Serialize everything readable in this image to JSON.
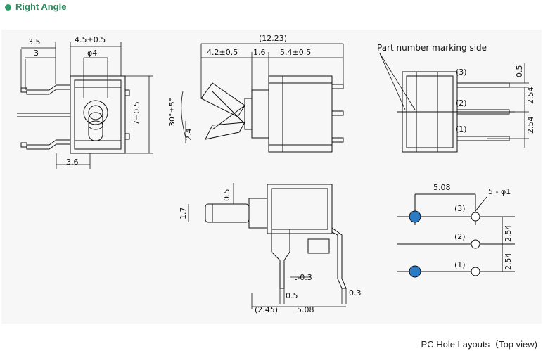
{
  "section": {
    "title": "Right Angle"
  },
  "drawing": {
    "top_left": {
      "d1": "3.5",
      "d2": "3",
      "d3": "4.5±0.5",
      "d4": "φ4",
      "d5": "7±0.5",
      "d6": "3.6"
    },
    "top_middle": {
      "overall": "(12.23)",
      "d1": "4.2±0.5",
      "d2": "1.6",
      "d3": "5.4±0.5",
      "angle": "30°±5°",
      "d4": "2.4"
    },
    "top_right": {
      "note": "Part number marking side",
      "d1": "0.5",
      "d2": "2.54",
      "d3": "2.54",
      "pin1": "(1)",
      "pin2": "(2)",
      "pin3": "(3)"
    },
    "bottom_middle": {
      "d1": "0.5",
      "d2": "1.7",
      "d3": "t-0.3",
      "d4": "0.5",
      "d5": "0.3",
      "d6": "(2.45)",
      "d7": "5.08"
    },
    "hole_layout": {
      "pitch": "5.08",
      "holes": "5 - φ1",
      "d1": "2.54",
      "d2": "2.54",
      "pin1": "(1)",
      "pin2": "(2)",
      "pin3": "(3)",
      "highlight_color": "#2b7ac4"
    }
  },
  "caption": "PC Hole Layouts（Top view)"
}
